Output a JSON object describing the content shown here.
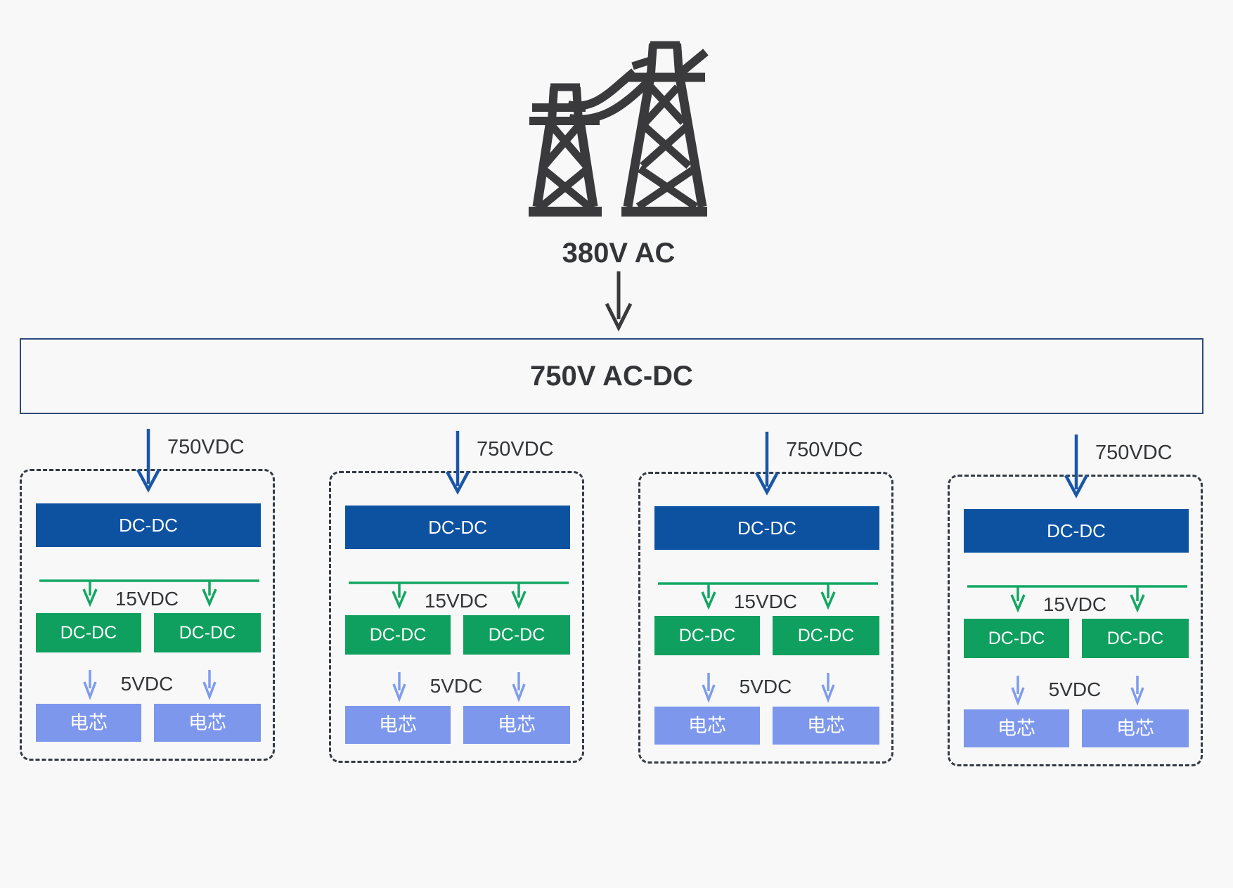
{
  "grid": {
    "icon": "transmission-towers-icon",
    "source_label": "380V AC"
  },
  "converter": {
    "label": "750V AC-DC"
  },
  "branches": [
    {
      "feed_label": "750VDC",
      "dcdc_main_label": "DC-DC",
      "mid_voltage_label": "15VDC",
      "dcdc_left_label": "DC-DC",
      "dcdc_right_label": "DC-DC",
      "low_voltage_label": "5VDC",
      "cell_left_label": "电芯",
      "cell_right_label": "电芯"
    },
    {
      "feed_label": "750VDC",
      "dcdc_main_label": "DC-DC",
      "mid_voltage_label": "15VDC",
      "dcdc_left_label": "DC-DC",
      "dcdc_right_label": "DC-DC",
      "low_voltage_label": "5VDC",
      "cell_left_label": "电芯",
      "cell_right_label": "电芯"
    },
    {
      "feed_label": "750VDC",
      "dcdc_main_label": "DC-DC",
      "mid_voltage_label": "15VDC",
      "dcdc_left_label": "DC-DC",
      "dcdc_right_label": "DC-DC",
      "low_voltage_label": "5VDC",
      "cell_left_label": "电芯",
      "cell_right_label": "电芯"
    },
    {
      "feed_label": "750VDC",
      "dcdc_main_label": "DC-DC",
      "mid_voltage_label": "15VDC",
      "dcdc_left_label": "DC-DC",
      "dcdc_right_label": "DC-DC",
      "low_voltage_label": "5VDC",
      "cell_left_label": "电芯",
      "cell_right_label": "电芯"
    }
  ],
  "colors": {
    "bg": "#f8f8f8",
    "text-dark": "#333538",
    "icon-dark": "#3a3a3c",
    "navy-border": "#2d4a7b",
    "dark-blue": "#0d52a1",
    "green": "#0fa05f",
    "green-arrow": "#13a763",
    "cell-blue": "#7c97ec",
    "light-arrow": "#7e9cee",
    "feed-arrow": "#1a56a8",
    "dash-border": "#343a42"
  }
}
